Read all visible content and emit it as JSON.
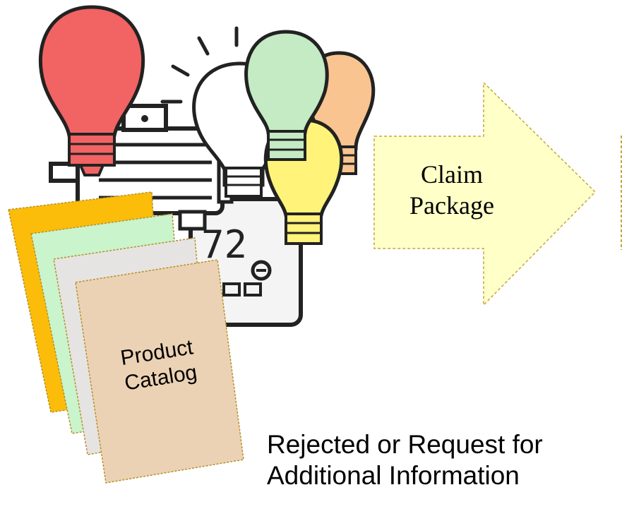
{
  "arrow": {
    "line1": "Claim",
    "line2": "Package",
    "fill": "#ffffc8",
    "border": "#c9a53a"
  },
  "catalog": {
    "line1": "Product",
    "line2": "Catalog",
    "sheet_colors": [
      "#fbbd0a",
      "#c9f4cc",
      "#e6e4e2",
      "#ecd2b4"
    ],
    "border": "#b68f28"
  },
  "feedback": {
    "line1": "Rejected or Request for",
    "line2": "Additional Information"
  },
  "bulbs": {
    "colors": [
      "#f26363",
      "#ffffff",
      "#c4ebc4",
      "#f9c490",
      "#fff37a"
    ]
  },
  "icons": [
    "lightbulb-icon",
    "motor-icon",
    "thermostat-icon",
    "product-catalog-icon",
    "arrow-right-icon"
  ],
  "thermostat": {
    "reading": "72"
  }
}
